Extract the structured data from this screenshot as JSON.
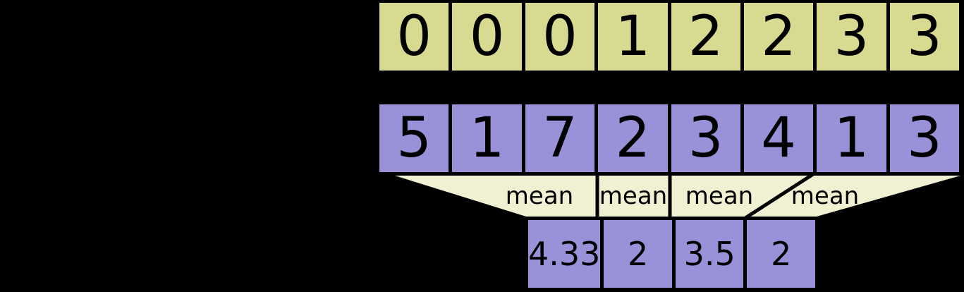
{
  "diagram": {
    "segment_ids_row": {
      "values": [
        "0",
        "0",
        "0",
        "1",
        "2",
        "2",
        "3",
        "3"
      ]
    },
    "data_row": {
      "values": [
        "5",
        "1",
        "7",
        "2",
        "3",
        "4",
        "1",
        "3"
      ]
    },
    "operations": {
      "labels": [
        "mean",
        "mean",
        "mean",
        "mean"
      ]
    },
    "result_row": {
      "values": [
        "4.33",
        "2",
        "3.5",
        "2"
      ]
    },
    "colors": {
      "background": "#000000",
      "segment_ids_cell": "#d9da92",
      "data_cell": "#9a92d8",
      "result_cell": "#9a92d8",
      "operation_band": "#f0f0d2",
      "text": "#000000",
      "divider": "#000000"
    }
  }
}
